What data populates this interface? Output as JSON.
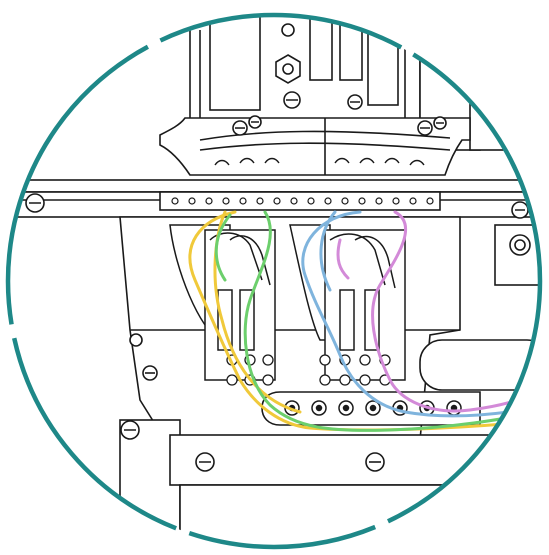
{
  "diagram": {
    "kind": "mechanical-line-drawing-detail",
    "frame": "circular-callout",
    "colors": {
      "frame_stroke": "#1e8888",
      "line": "#1a1a1a",
      "background": "#ffffff",
      "wire_yellow": "#f0c93a",
      "wire_green": "#6ccf6c",
      "wire_blue": "#7fb4dd",
      "wire_purple": "#d38ad8"
    },
    "wire_order": [
      "yellow",
      "green",
      "blue",
      "purple"
    ],
    "screw_icons": [
      "screw-head-icon",
      "hex-nut-icon",
      "pin-hole-icon"
    ]
  }
}
